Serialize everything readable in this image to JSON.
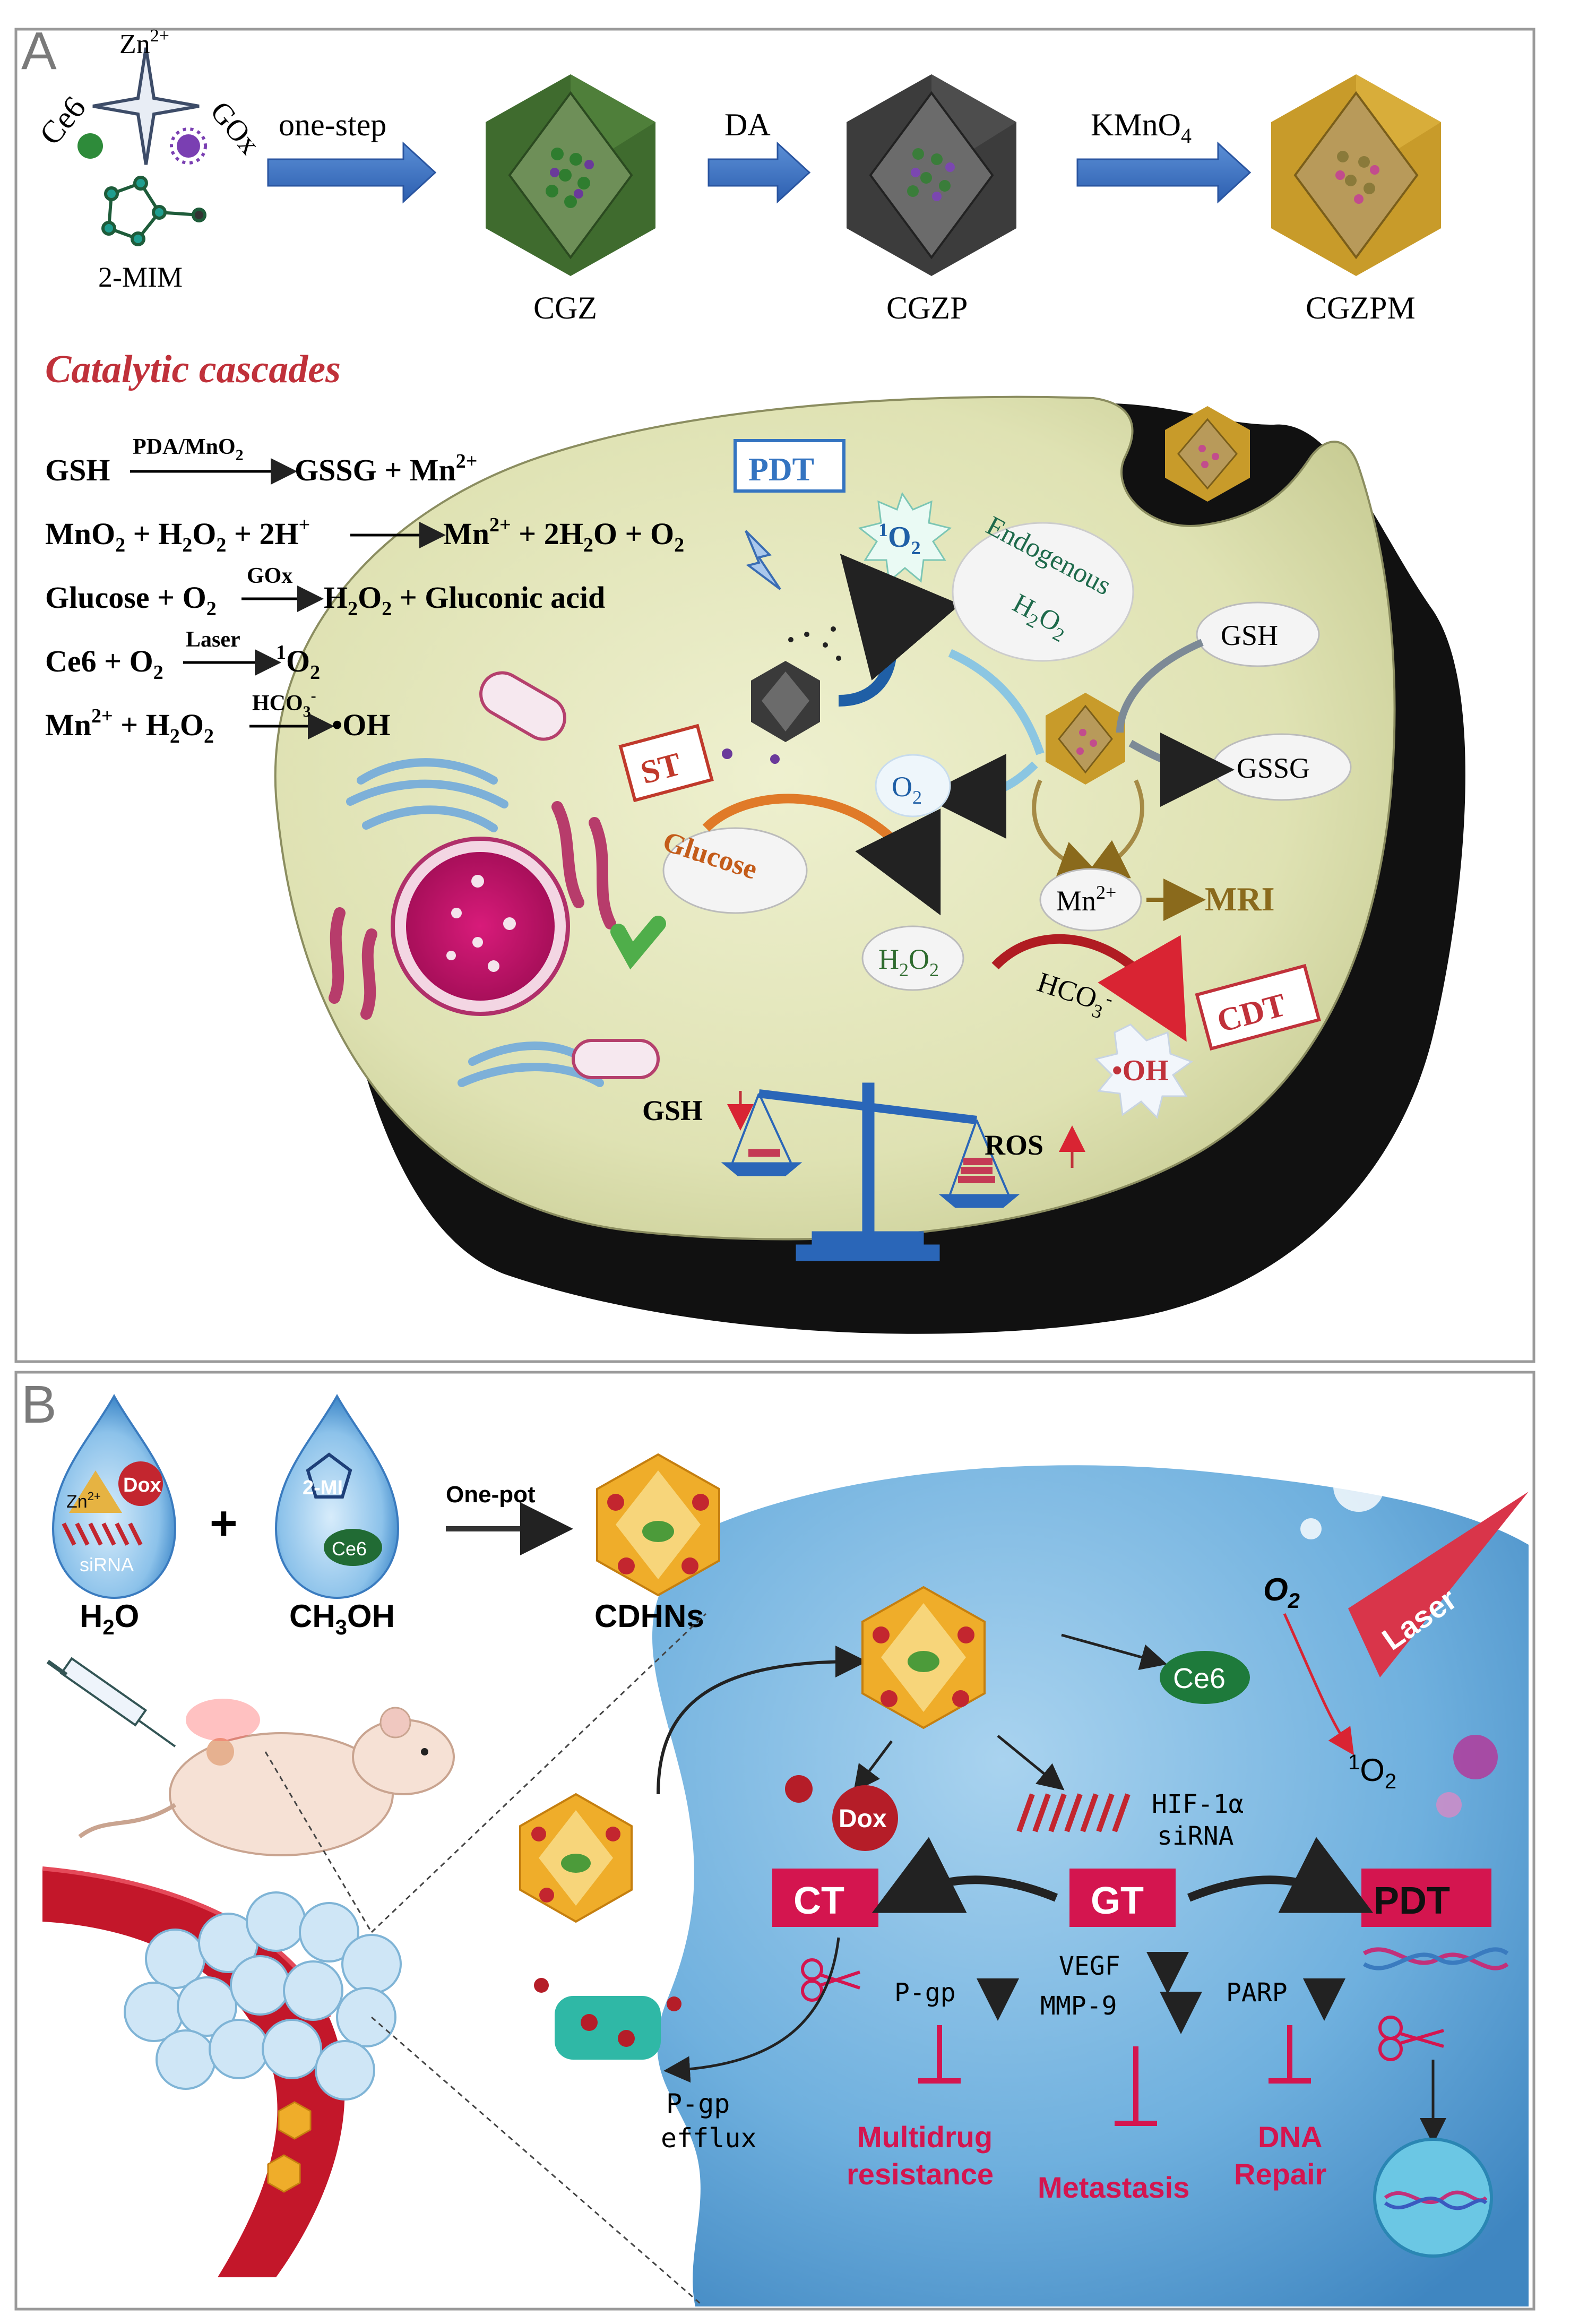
{
  "panel_a": {
    "letter": "A",
    "reagents": {
      "ce6": "Ce6",
      "zn": "Zn",
      "zn_sup": "2+",
      "gox": "GOx",
      "mim": "2-MIM"
    },
    "steps": {
      "one_step": "one-step",
      "da": "DA",
      "kmno4": "KMnO",
      "kmno4_sub": "4"
    },
    "products": {
      "cgz": "CGZ",
      "cgzp": "CGZP",
      "cgzpm": "CGZPM"
    },
    "cascade_title": "Catalytic cascades",
    "eq1": {
      "lhs": "GSH",
      "over": "PDA/MnO",
      "over_sub": "2",
      "rhs": "GSSG + Mn",
      "rhs_sup": "2+"
    },
    "eq2": {
      "lhs": "MnO",
      "lhs_sub": "2",
      "mid1": " + H",
      "mid1_sub": "2",
      "mid2": "O",
      "mid2_sub": "2",
      "mid3": " + 2H",
      "mid3_sup": "+",
      "rhs": "Mn",
      "rhs_sup": "2+",
      "rhs2": " + 2H",
      "rhs2_sub": "2",
      "rhs3": "O + O",
      "rhs3_sub": "2"
    },
    "eq3": {
      "lhs": "Glucose + O",
      "lhs_sub": "2",
      "over": "GOx",
      "rhs": "H",
      "rhs_sub": "2",
      "rhs2": "O",
      "rhs2_sub": "2",
      "rhs3": " + Gluconic acid"
    },
    "eq4": {
      "lhs": "Ce6 + O",
      "lhs_sub": "2",
      "over": "Laser",
      "rhs_sup": "1",
      "rhs": "O",
      "rhs_sub": "2"
    },
    "eq5": {
      "lhs": "Mn",
      "lhs_sup": "2+",
      "lhs2": " + H",
      "lhs2_sub": "2",
      "lhs3": "O",
      "lhs3_sub": "2",
      "over": "HCO",
      "over_sub": "3",
      "over_sup": "-",
      "rhs": "•OH"
    },
    "cell": {
      "pdt": "PDT",
      "singlet_o2_sup": "1",
      "singlet_o2": "O",
      "singlet_o2_sub": "2",
      "endogenous": "Endogenous",
      "endo_h2o2": "H",
      "endo_h2o2_sub": "2",
      "endo_h2o2_b": "O",
      "endo_h2o2_sub2": "2",
      "gsh": "GSH",
      "gssg": "GSSG",
      "o2": "O",
      "o2_sub": "2",
      "st": "ST",
      "glucose": "Glucose",
      "h2o2": "H",
      "h2o2_sub": "2",
      "h2o2_b": "O",
      "h2o2_sub2": "2",
      "mn": "Mn",
      "mn_sup": "2+",
      "mri": "MRI",
      "hco3": "HCO",
      "hco3_sub": "3",
      "hco3_sup": "-",
      "cdt": "CDT",
      "oh": "•OH",
      "gsh_down": "GSH",
      "ros_up": "ROS"
    }
  },
  "panel_b": {
    "letter": "B",
    "drop1": {
      "dox": "Dox",
      "zn": "Zn",
      "zn_sup": "2+",
      "sirna": "siRNA",
      "solvent": "H",
      "solvent_sub": "2",
      "solvent_b": "O"
    },
    "plus": "+",
    "drop2": {
      "mi": "2-MI",
      "ce6": "Ce6",
      "solvent": "CH",
      "solvent_sub": "3",
      "solvent_b": "OH"
    },
    "one_pot": "One-pot",
    "product": "CDHNs",
    "o2": "O",
    "o2_sub": "2",
    "laser": "Laser",
    "ce6": "Ce6",
    "singlet_sup": "1",
    "singlet": "O",
    "singlet_sub": "2",
    "dox": "Dox",
    "hif": "HIF-1α",
    "sirna": "siRNA",
    "ct": "CT",
    "gt": "GT",
    "pdt": "PDT",
    "pgp": "P-gp",
    "vegf": "VEGF",
    "mmp9": "MMP-9",
    "parp": "PARP",
    "pgp_efflux_1": "P-gp",
    "pgp_efflux_2": "efflux",
    "out1_1": "Multidrug",
    "out1_2": "resistance",
    "out2": "Metastasis",
    "out3_1": "DNA",
    "out3_2": "Repair"
  }
}
